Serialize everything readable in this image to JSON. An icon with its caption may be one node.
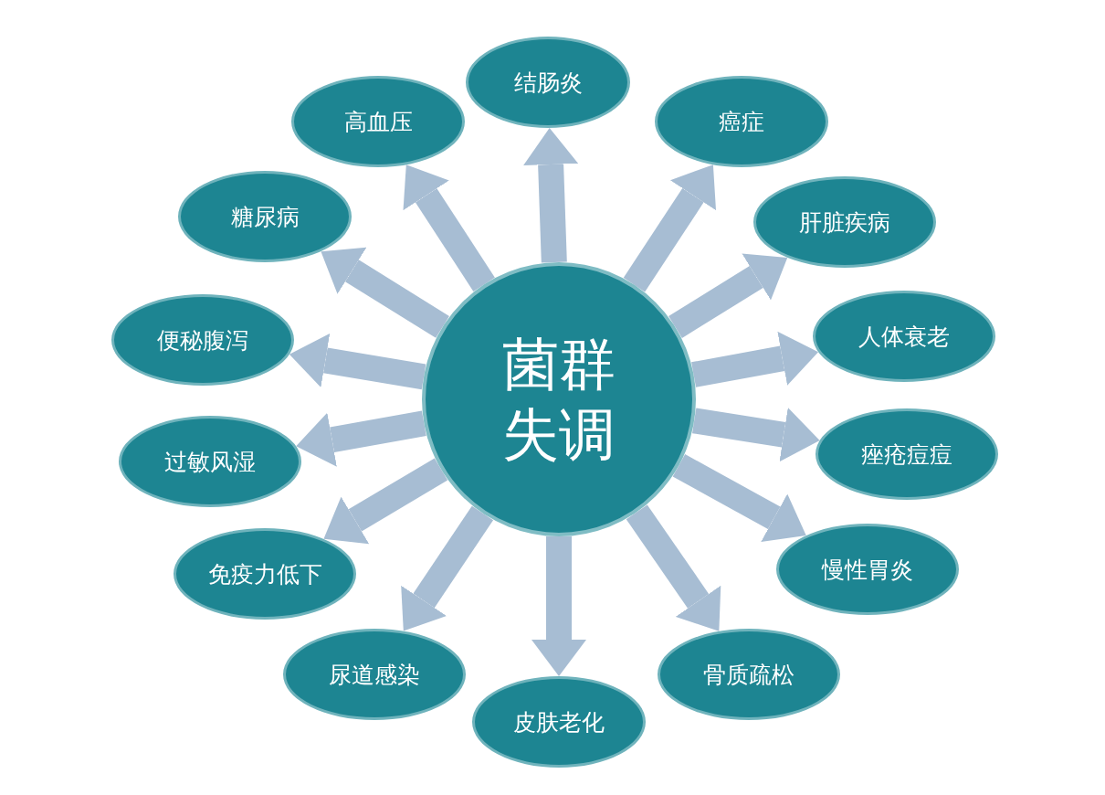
{
  "diagram": {
    "nodes": [
      {
        "text": [
          "菌群失调"
        ]
      },
      {
        "text": [
          "结肠炎"
        ]
      },
      {
        "text": [
          "癌症"
        ]
      },
      {
        "text": [
          "肝脏疾病"
        ]
      },
      {
        "text": [
          "人体衰老"
        ]
      },
      {
        "text": [
          "痤疮痘痘"
        ]
      },
      {
        "text": [
          "慢性胃炎"
        ]
      },
      {
        "text": [
          "骨质疏松"
        ]
      },
      {
        "text": [
          "皮肤老化"
        ]
      },
      {
        "text": [
          "尿道感染"
        ]
      },
      {
        "text": [
          "免疫力低下"
        ]
      },
      {
        "text": [
          "过敏风湿"
        ]
      },
      {
        "text": [
          "便秘腹泻"
        ]
      },
      {
        "text": [
          "糖尿病"
        ]
      },
      {
        "text": [
          "高血压"
        ]
      }
    ],
    "edges": [
      {
        "from": 0,
        "to": 1,
        "arrow": "to"
      },
      {
        "from": 0,
        "to": 2,
        "arrow": "to"
      },
      {
        "from": 0,
        "to": 3,
        "arrow": "to"
      },
      {
        "from": 0,
        "to": 4,
        "arrow": "to"
      },
      {
        "from": 0,
        "to": 5,
        "arrow": "to"
      },
      {
        "from": 0,
        "to": 6,
        "arrow": "to"
      },
      {
        "from": 0,
        "to": 7,
        "arrow": "to"
      },
      {
        "from": 0,
        "to": 8,
        "arrow": "to"
      },
      {
        "from": 0,
        "to": 9,
        "arrow": "to"
      },
      {
        "from": 0,
        "to": 10,
        "arrow": "to"
      },
      {
        "from": 0,
        "to": 11,
        "arrow": "to"
      },
      {
        "from": 0,
        "to": 12,
        "arrow": "to"
      },
      {
        "from": 0,
        "to": 13,
        "arrow": "to"
      },
      {
        "from": 0,
        "to": 14,
        "arrow": "to"
      }
    ]
  }
}
